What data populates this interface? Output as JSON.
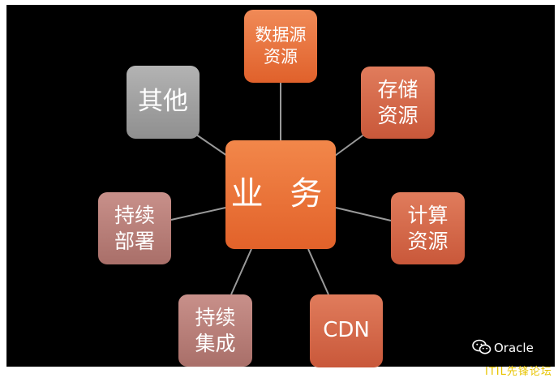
{
  "center": {
    "label": "业 务"
  },
  "nodes": {
    "data_source": "数据源\n资源",
    "storage": "存储\n资源",
    "compute": "计算\n资源",
    "cdn": "CDN",
    "continuous_integration": "持续\n集成",
    "continuous_deployment": "持续\n部署",
    "other": "其他"
  },
  "watermark": {
    "icon": "wechat-icon",
    "text": "Oracle"
  },
  "footer": {
    "text": "ITIL先锋论坛"
  },
  "colors": {
    "background": "#000000",
    "connector": "#9a9a9a",
    "footer": "#e8c400"
  }
}
